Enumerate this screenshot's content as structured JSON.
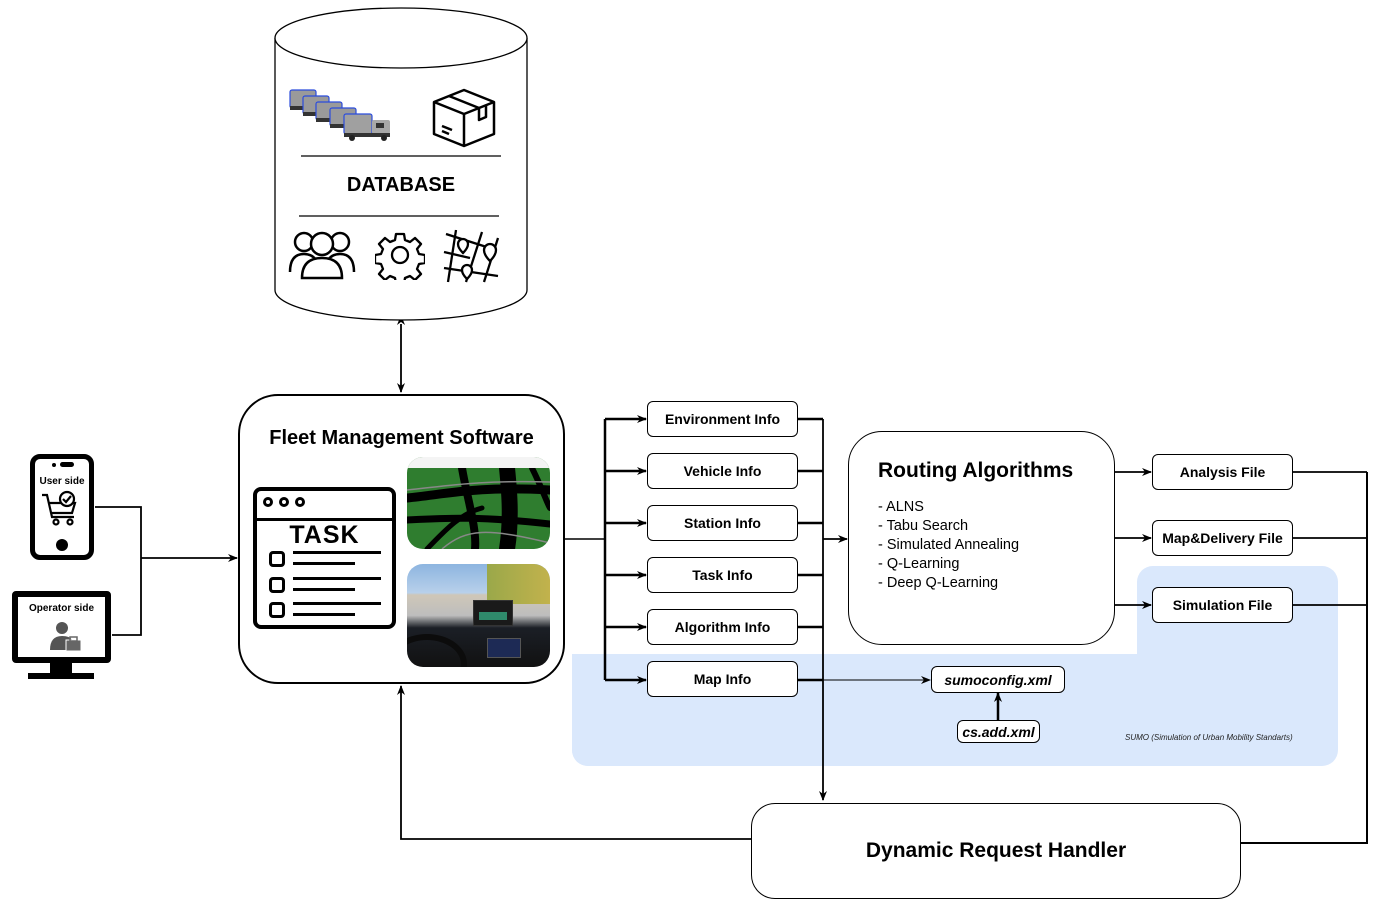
{
  "database": {
    "title": "DATABASE",
    "icons_top": [
      "delivery-vans-icon",
      "package-box-icon"
    ],
    "icons_bottom": [
      "users-group-icon",
      "gear-icon",
      "map-pins-icon"
    ]
  },
  "clients": {
    "user_side_label": "User side",
    "operator_side_label": "Operator side"
  },
  "fleet_management": {
    "title": "Fleet Management Software",
    "task_icon_label": "TASK",
    "images": [
      "sumo-simulation-map-screenshot",
      "vehicle-dashboard-photo"
    ]
  },
  "info_boxes": [
    {
      "label": "Environment Info"
    },
    {
      "label": "Vehicle Info"
    },
    {
      "label": "Station Info"
    },
    {
      "label": "Task Info"
    },
    {
      "label": "Algorithm Info"
    },
    {
      "label": "Map Info"
    }
  ],
  "routing": {
    "title": "Routing Algorithms",
    "algorithms": [
      "- ALNS",
      "- Tabu Search",
      "- Simulated Annealing",
      "- Q-Learning",
      "- Deep Q-Learning"
    ]
  },
  "output_files": [
    {
      "label": "Analysis File"
    },
    {
      "label": "Map&Delivery File"
    },
    {
      "label": "Simulation File"
    }
  ],
  "sumo": {
    "config_file": "sumoconfig.xml",
    "additional_file": "cs.add.xml",
    "caption": "SUMO (Simulation of Urban Mobility Standarts)",
    "region_color": "#dae8fc"
  },
  "dynamic_handler": {
    "title": "Dynamic Request Handler"
  }
}
